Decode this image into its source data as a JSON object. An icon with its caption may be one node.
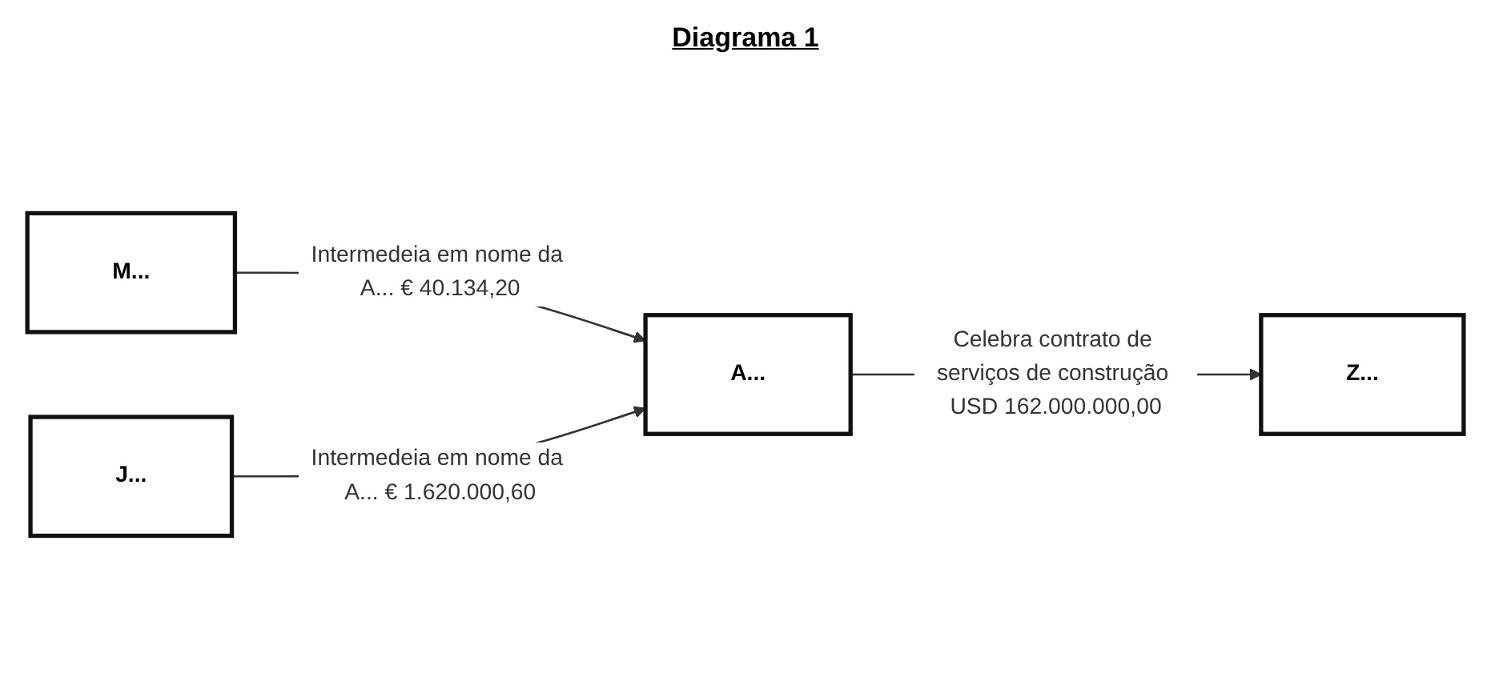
{
  "diagram": {
    "title": "Diagrama 1",
    "nodes": [
      {
        "text": [
          "M..."
        ]
      },
      {
        "text": [
          "A..."
        ]
      },
      {
        "text": [
          "Z..."
        ]
      },
      {
        "text": [
          "J..."
        ]
      }
    ],
    "edges": [
      {
        "from": 0,
        "to": 1,
        "arrow": "to",
        "label": "Intermedeia em nome da A... € 40.134,20"
      },
      {
        "from": 1,
        "to": 2,
        "arrow": "to",
        "label": "Celebra contrato de serviços de construção USD 162.000.000,00"
      },
      {
        "from": 3,
        "to": 1,
        "arrow": "to",
        "label": "Intermedeia em nome da A... € 1.620.000,60"
      }
    ]
  }
}
